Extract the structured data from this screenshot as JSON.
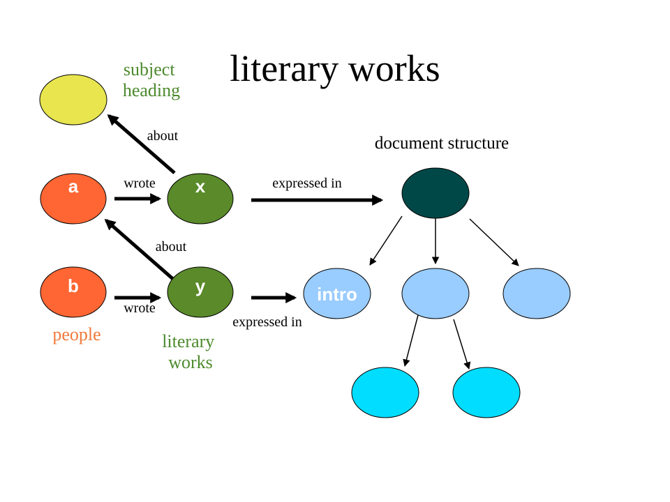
{
  "title": "literary works",
  "nodes": {
    "subject": {
      "label": "",
      "color": "#e8e54f"
    },
    "a": {
      "label": "a",
      "color": "#ff6633"
    },
    "b": {
      "label": "b",
      "color": "#ff6633"
    },
    "x": {
      "label": "x",
      "color": "#5a8a2a"
    },
    "y": {
      "label": "y",
      "color": "#5a8a2a"
    },
    "root": {
      "label": "",
      "color": "#004848"
    },
    "intro": {
      "label": "intro",
      "color": "#99ccff"
    },
    "child_middle": {
      "label": "",
      "color": "#99ccff"
    },
    "child_right": {
      "label": "",
      "color": "#99ccff"
    },
    "leaf_left": {
      "label": "",
      "color": "#00ddff"
    },
    "leaf_right": {
      "label": "",
      "color": "#00ddff"
    }
  },
  "group_labels": {
    "subject_heading": [
      "subject",
      "heading"
    ],
    "people": "people",
    "literary_works": [
      "literary",
      "works"
    ],
    "document_structure": "document structure"
  },
  "group_colors": {
    "subject_heading": "#4d8a2e",
    "people": "#f07a3a",
    "literary_works": "#4d8a2e"
  },
  "edge_labels": {
    "about_top": "about",
    "about_bottom": "about",
    "wrote_top": "wrote",
    "wrote_bottom": "wrote",
    "expressed_top": "expressed in",
    "expressed_bottom": "expressed in"
  }
}
